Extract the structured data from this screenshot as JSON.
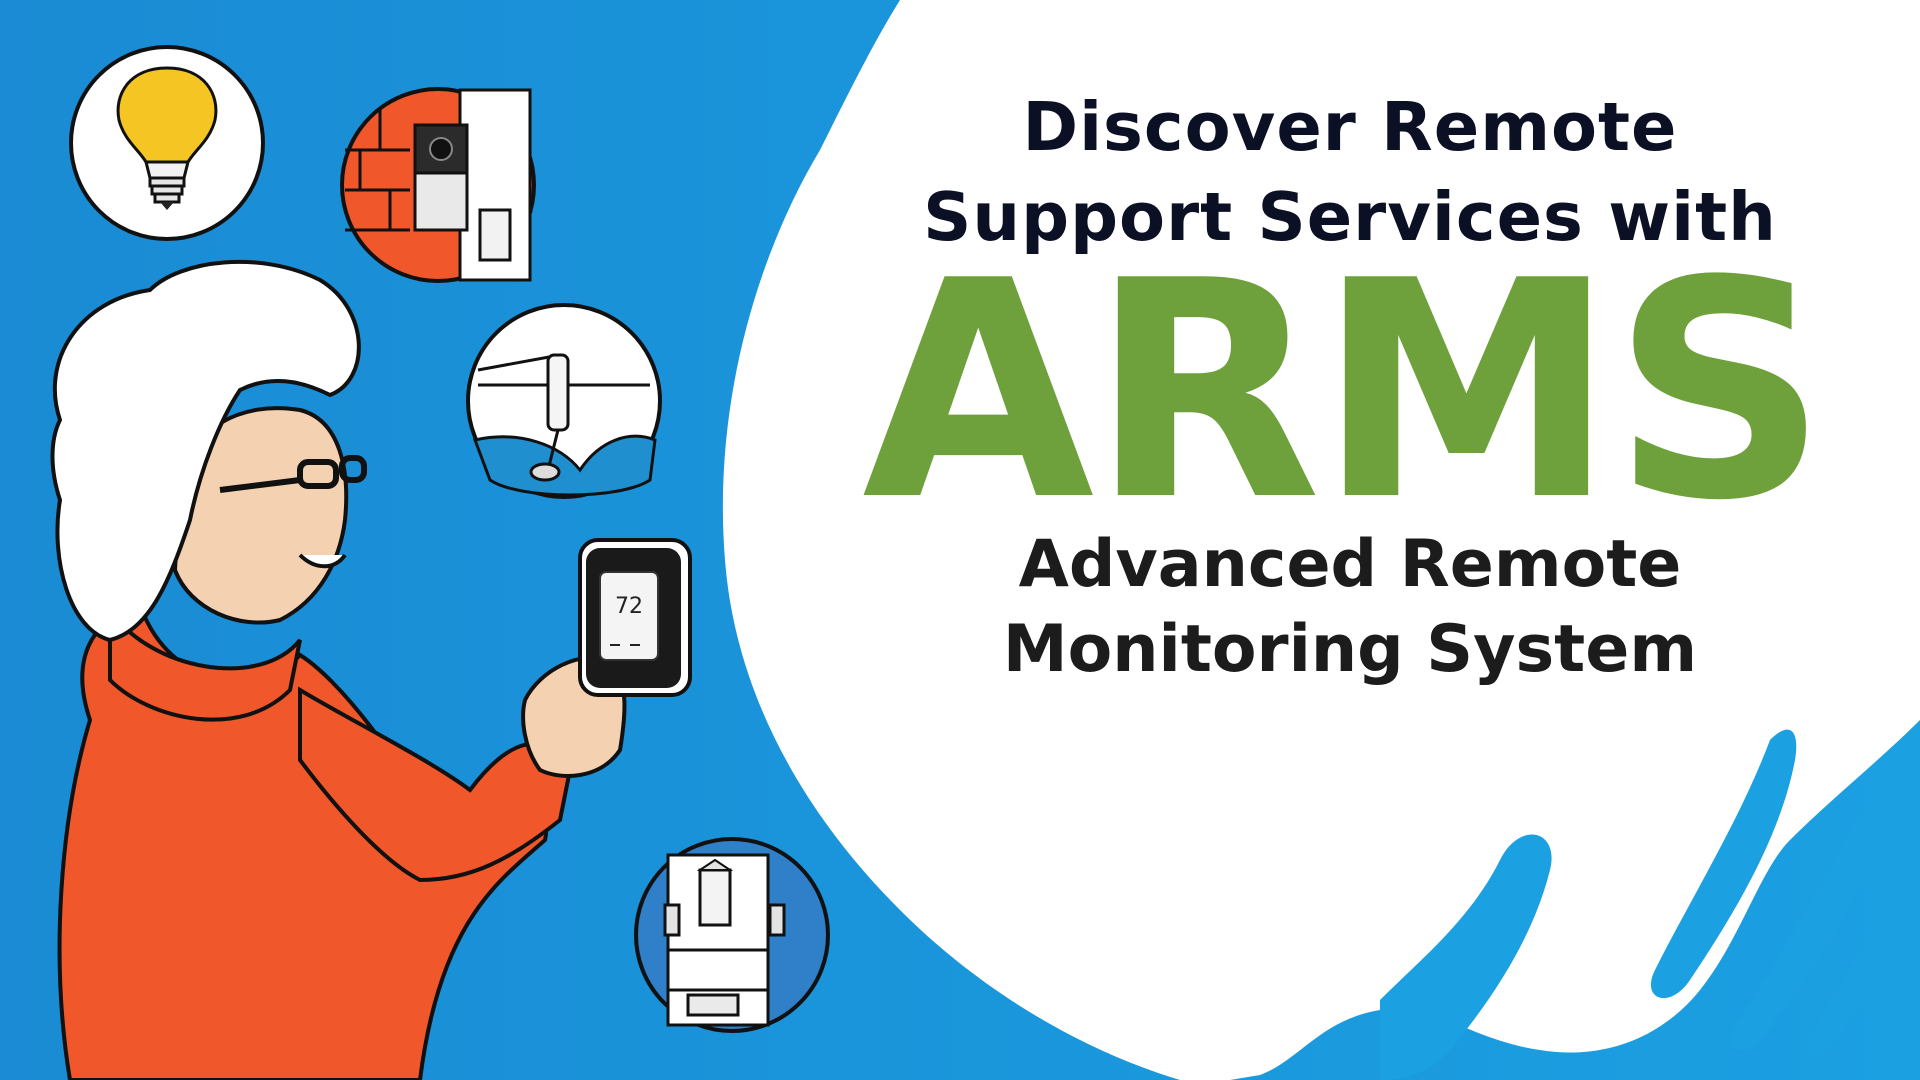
{
  "headline": {
    "line1": "Discover Remote",
    "line2": "Support Services with"
  },
  "brand": {
    "name": "ARMS",
    "color": "#6ea13b"
  },
  "subline": {
    "line1": "Advanced Remote",
    "line2": "Monitoring System"
  },
  "thermostat": {
    "reading": "72"
  },
  "icons": [
    "lightbulb-icon",
    "doorbell-camera-icon",
    "water-sensor-icon",
    "thermostat-icon",
    "refrigerator-icon"
  ],
  "colors": {
    "background_blue": "#1a93d8",
    "sweater_orange": "#f0572a",
    "brick_orange": "#f0572a",
    "bulb_yellow": "#f5c623",
    "text_dark": "#0c1025"
  }
}
